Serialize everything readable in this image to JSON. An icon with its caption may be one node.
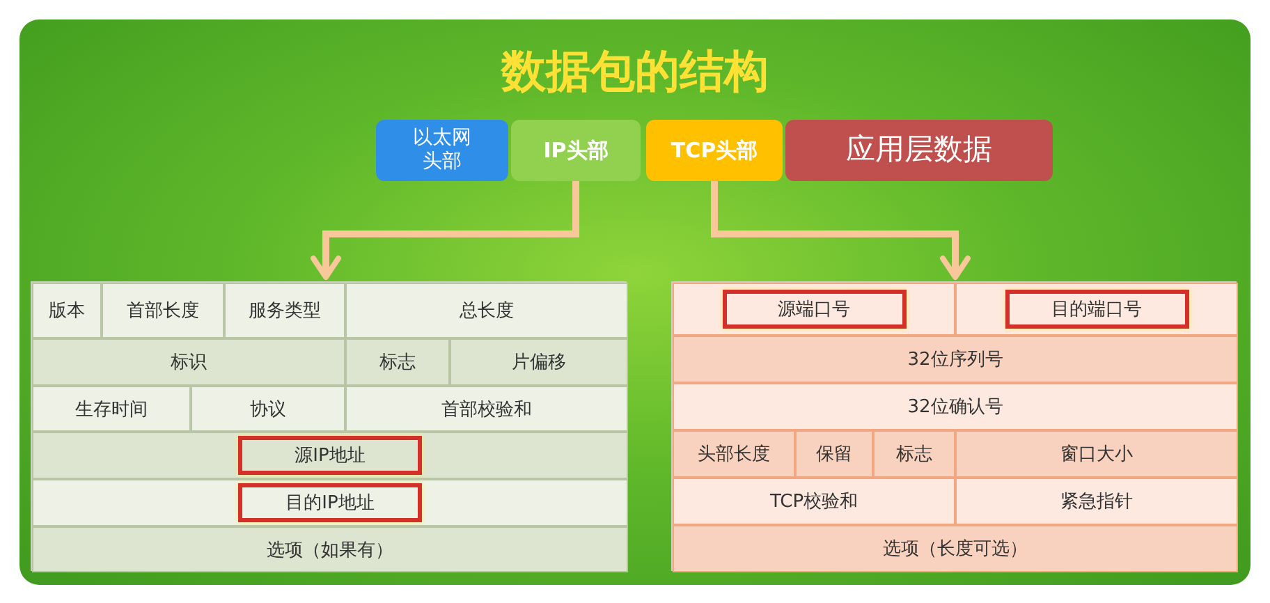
{
  "diagram": {
    "title": "数据包的结构",
    "nodes": [
      {
        "text": [
          "以太网头部"
        ]
      },
      {
        "text": [
          "IP头部"
        ]
      },
      {
        "text": [
          "TCP头部"
        ]
      },
      {
        "text": [
          "应用层数据"
        ]
      },
      {
        "text": [],
        "shape": "box"
      },
      {
        "text": [
          "版本"
        ],
        "in": 4
      },
      {
        "text": [
          "首部长度"
        ],
        "in": 4
      },
      {
        "text": [
          "服务类型"
        ],
        "in": 4
      },
      {
        "text": [
          "总长度"
        ],
        "in": 4
      },
      {
        "text": [
          "标识"
        ],
        "in": 4
      },
      {
        "text": [
          "标志"
        ],
        "in": 4
      },
      {
        "text": [
          "片偏移"
        ],
        "in": 4
      },
      {
        "text": [
          "生存时间"
        ],
        "in": 4
      },
      {
        "text": [
          "协议"
        ],
        "in": 4
      },
      {
        "text": [
          "首部校验和"
        ],
        "in": 4
      },
      {
        "text": [
          "源IP地址"
        ],
        "in": 4
      },
      {
        "text": [
          "目的IP地址"
        ],
        "in": 4
      },
      {
        "text": [
          "选项（如果有）"
        ],
        "in": 4
      },
      {
        "text": [],
        "shape": "box"
      },
      {
        "text": [
          "源端口号"
        ],
        "in": 18
      },
      {
        "text": [
          "目的端口号"
        ],
        "in": 18
      },
      {
        "text": [
          "32位序列号"
        ],
        "in": 18
      },
      {
        "text": [
          "32位确认号"
        ],
        "in": 18
      },
      {
        "text": [
          "头部长度"
        ],
        "in": 18
      },
      {
        "text": [
          "保留"
        ],
        "in": 18
      },
      {
        "text": [
          "标志"
        ],
        "in": 18
      },
      {
        "text": [
          "窗口大小"
        ],
        "in": 18
      },
      {
        "text": [
          "TCP校验和"
        ],
        "in": 18
      },
      {
        "text": [
          "紧急指针"
        ],
        "in": 18
      },
      {
        "text": [
          "选项（长度可选）"
        ],
        "in": 18
      }
    ],
    "edges": [
      {
        "from": 1,
        "to": 4,
        "arrow": "to"
      },
      {
        "from": 2,
        "to": 18,
        "arrow": "to"
      }
    ]
  }
}
